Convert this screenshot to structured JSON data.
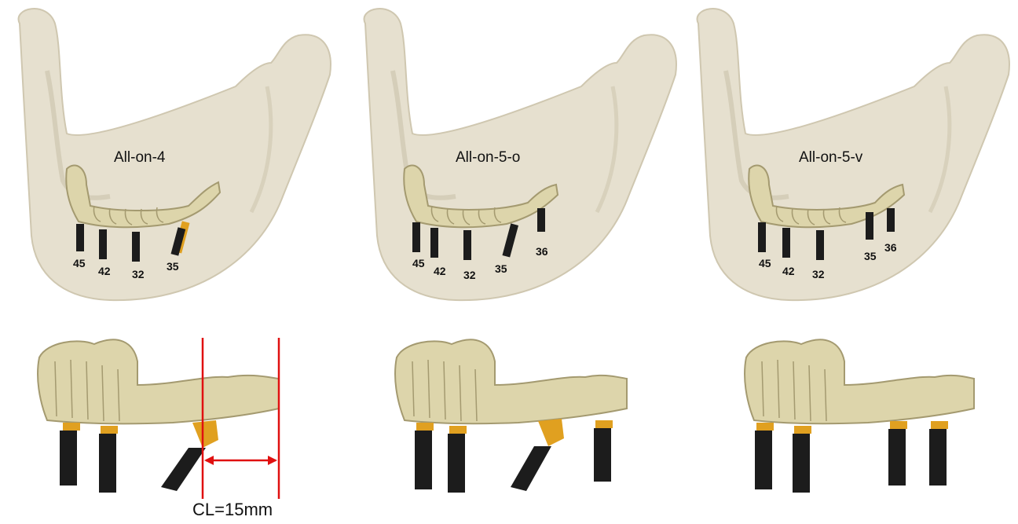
{
  "panels": [
    {
      "title": "All-on-4",
      "teeth": [
        "45",
        "42",
        "32",
        "35"
      ]
    },
    {
      "title": "All-on-5-o",
      "teeth": [
        "45",
        "42",
        "32",
        "35",
        "36"
      ]
    },
    {
      "title": "All-on-5-v",
      "teeth": [
        "45",
        "42",
        "32",
        "35",
        "36"
      ]
    }
  ],
  "cantilever_label": "CL=15mm",
  "colors": {
    "bone": "#e6e0cf",
    "bone_shade": "#c9c1aa",
    "teeth": "#ddd5ab",
    "teeth_shade": "#a49a70",
    "abutment": "#e0a020",
    "implant": "#1c1c1c",
    "measure_line": "#e01010"
  }
}
